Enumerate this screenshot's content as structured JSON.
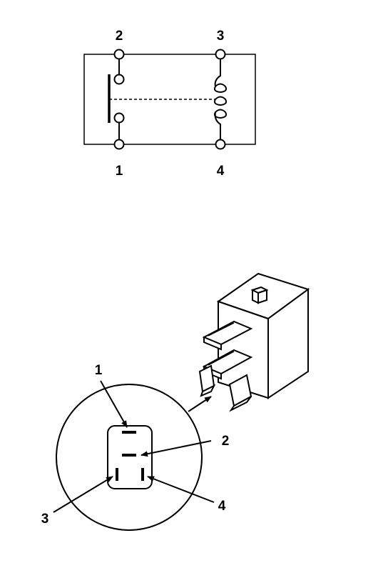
{
  "schematic": {
    "terminals": [
      {
        "id": "t2",
        "label": "2"
      },
      {
        "id": "t3",
        "label": "3"
      },
      {
        "id": "t1",
        "label": "1"
      },
      {
        "id": "t4",
        "label": "4"
      }
    ]
  },
  "connector_view": {
    "callouts": [
      {
        "id": "c1",
        "label": "1"
      },
      {
        "id": "c2",
        "label": "2"
      },
      {
        "id": "c3",
        "label": "3"
      },
      {
        "id": "c4",
        "label": "4"
      }
    ]
  },
  "colors": {
    "line": "#000000",
    "background": "#ffffff"
  }
}
